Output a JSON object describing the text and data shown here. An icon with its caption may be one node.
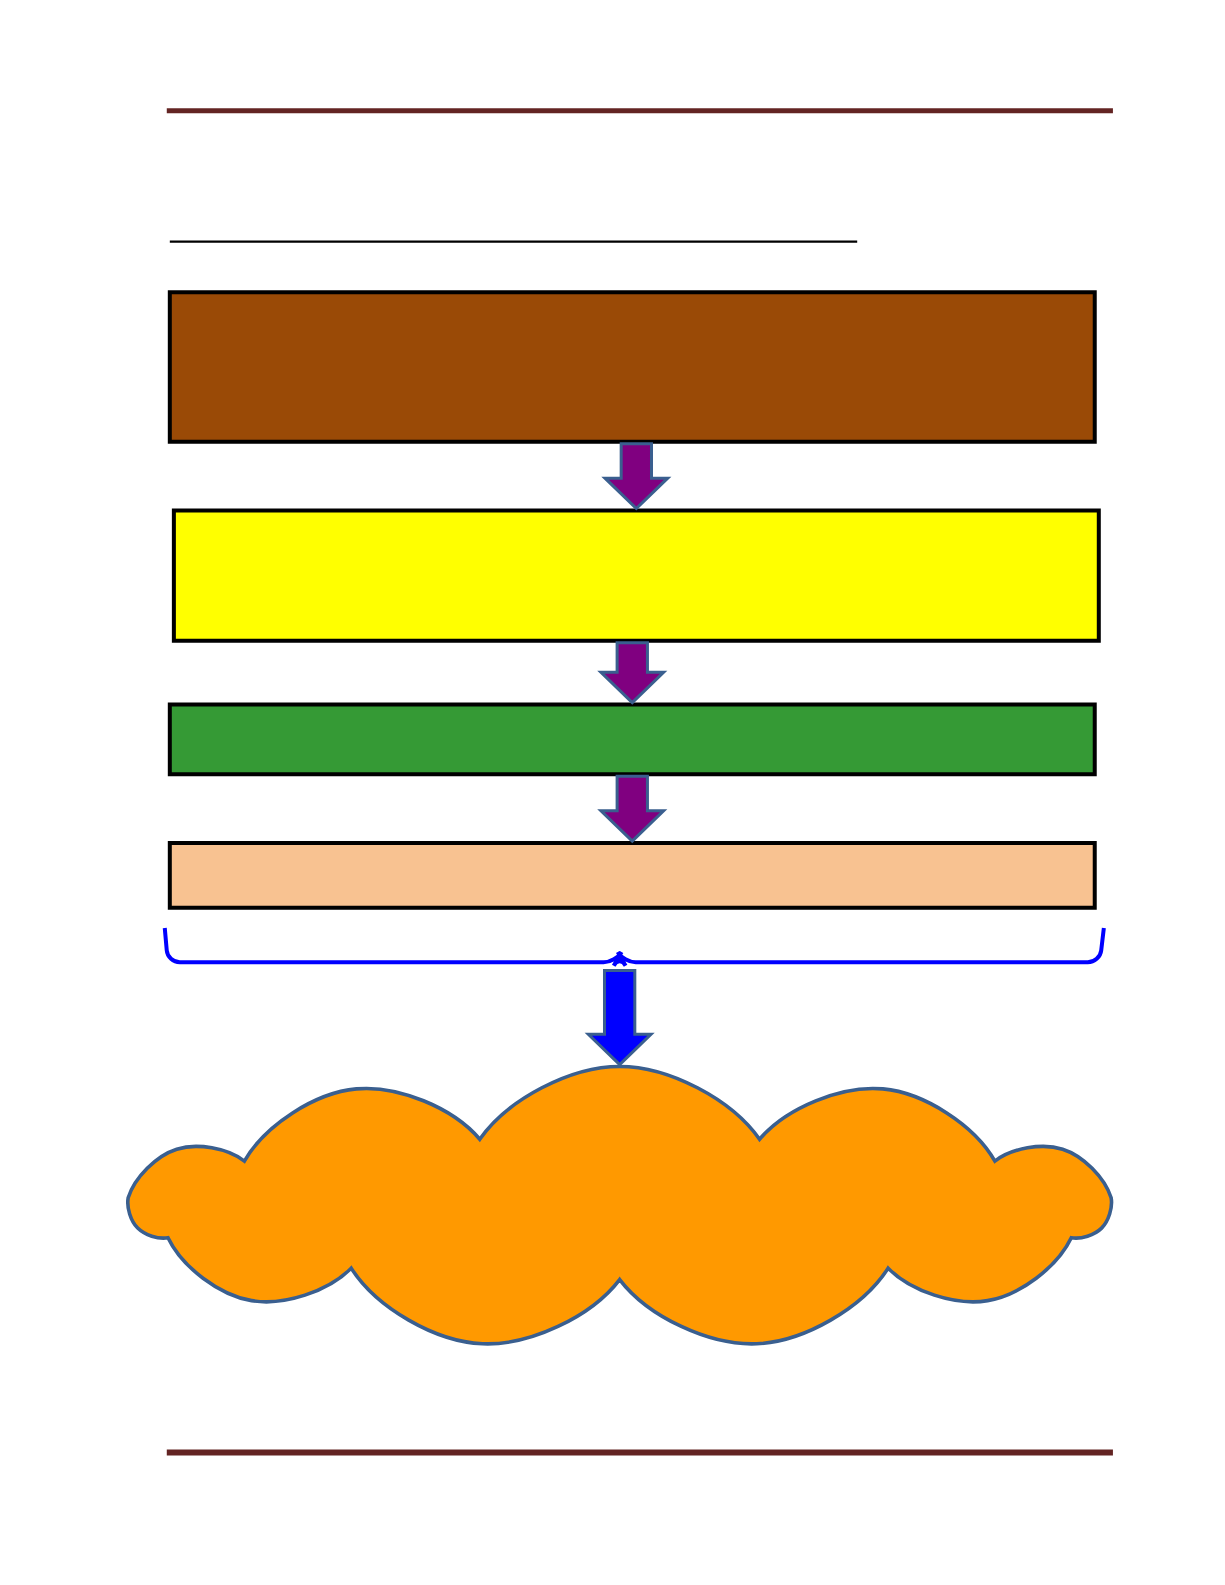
{
  "diagram": {
    "nodes": [
      {
        "text": [],
        "shape": "box"
      },
      {
        "text": [],
        "shape": "box"
      },
      {
        "text": [],
        "shape": "box"
      },
      {
        "text": [],
        "shape": "box"
      },
      {
        "text": [],
        "shape": "cloud"
      }
    ],
    "edges": [
      {
        "from": 0,
        "to": 1,
        "arrow": "to"
      },
      {
        "from": 1,
        "to": 2,
        "arrow": "to"
      },
      {
        "from": 2,
        "to": 3,
        "arrow": "to"
      },
      {
        "from": null,
        "to": 4,
        "arrow": "to",
        "color": "#0000ff"
      }
    ]
  }
}
